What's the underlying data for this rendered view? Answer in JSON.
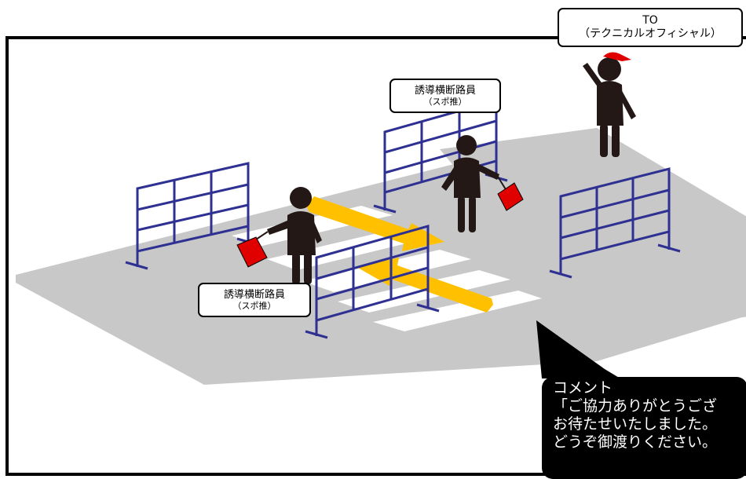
{
  "labels": {
    "to": {
      "line1": "TO",
      "line2": "（テクニカルオフィシャル）"
    },
    "guide_upper": {
      "line1": "誘導横断路員",
      "line2": "（スポ推）"
    },
    "guide_lower": {
      "line1": "誘導横断路員",
      "line2": "（スポ推）"
    }
  },
  "comment": {
    "heading": "コメント",
    "line1": "「ご協力ありがとうござ",
    "line2": "お待たせいたしました。",
    "line3": "どうぞ御渡りください。"
  },
  "colors": {
    "road": "#c8c8c8",
    "crosswalk": "#ffffff",
    "arrow": "#ffc000",
    "barrier": "#2e3192",
    "person": "#231815",
    "flag": "#e00000",
    "cap": "#e00000",
    "frame": "#000000"
  }
}
